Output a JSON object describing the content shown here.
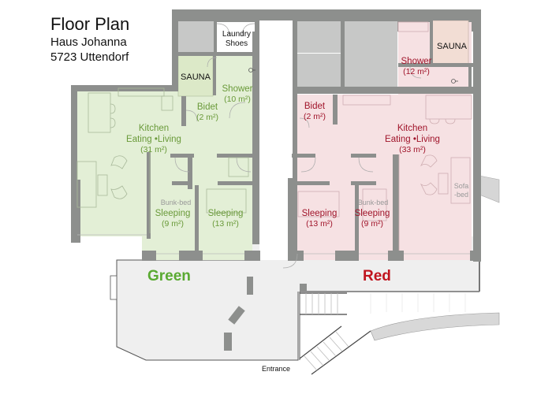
{
  "title": {
    "main": "Floor Plan",
    "house": "Haus Johanna",
    "address": "5723 Uttendorf"
  },
  "colors": {
    "green_fill": "#e3efd6",
    "red_fill": "#f6e1e3",
    "wall": "#8d8f8d",
    "service": "#c7c8c7",
    "terrace": "#efefef",
    "green_text": "#6a9a3a",
    "green_label": "#5aaa32",
    "red_text": "#a0142a",
    "red_label": "#c0141e"
  },
  "common": {
    "laundry_line1": "Laundry",
    "laundry_line2": "Shoes",
    "entrance": "Entrance"
  },
  "green": {
    "name": "Green",
    "sauna": "SAUNA",
    "shower": "Shower",
    "shower_area": "(10 m²)",
    "bidet": "Bidet",
    "bidet_area": "(2 m²)",
    "kitchen_line1": "Kitchen",
    "kitchen_line2": "Eating •Living",
    "kitchen_area": "(31 m²)",
    "bunk_bed": "Bunk-bed",
    "sleeping_small": "Sleeping",
    "sleeping_small_area": "(9 m²)",
    "sleeping_large": "Sleeping",
    "sleeping_large_area": "(13 m²)"
  },
  "red": {
    "name": "Red",
    "sauna": "SAUNA",
    "shower": "Shower",
    "shower_area": "(12 m²)",
    "bidet": "Bidet",
    "bidet_area": "(2 m²)",
    "kitchen_line1": "Kitchen",
    "kitchen_line2": "Eating •Living",
    "kitchen_area": "(33 m²)",
    "sofa_bed_line1": "Sofa",
    "sofa_bed_line2": "-bed",
    "bunk_bed": "Bunk-bed",
    "sleeping_large": "Sleeping",
    "sleeping_large_area": "(13 m²)",
    "sleeping_small": "Sleeping",
    "sleeping_small_area": "(9 m²)"
  }
}
